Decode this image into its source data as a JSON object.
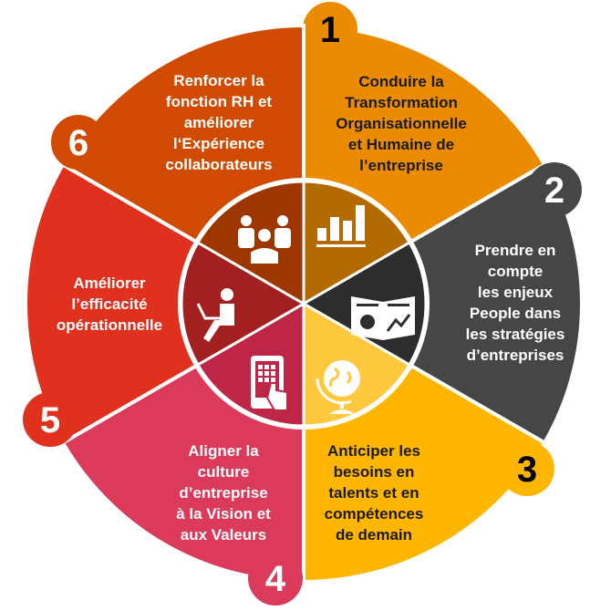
{
  "segments": [
    {
      "number": "1",
      "color": "#EB8C00",
      "inner": "#B36B00",
      "text_color": "#1a1a1a",
      "icon": "bar-chart-icon",
      "lines": [
        "Conduire la",
        "Transformation",
        "Organisationnelle",
        "et Humaine de",
        "l’entreprise"
      ]
    },
    {
      "number": "2",
      "color": "#464646",
      "inner": "#2D2D2D",
      "text_color": "#ffffff",
      "icon": "report-icon",
      "lines": [
        "Prendre en",
        "compte",
        "les enjeux",
        "People dans",
        "les stratégies",
        "d’entreprises"
      ]
    },
    {
      "number": "3",
      "color": "#FFB600",
      "inner": "#FFC83D",
      "text_color": "#1a1a1a",
      "icon": "globe-icon",
      "lines": [
        "Anticiper les",
        "besoins en",
        "talents et en",
        "compétences",
        "de demain"
      ]
    },
    {
      "number": "4",
      "color": "#DB3A5A",
      "inner": "#BE2546",
      "text_color": "#ffffff",
      "icon": "tablet-touch-icon",
      "lines": [
        "Aligner la",
        "culture",
        "d’entreprise",
        "à la Vision et",
        "aux Valeurs"
      ]
    },
    {
      "number": "5",
      "color": "#E0301E",
      "inner": "#A32020",
      "text_color": "#ffffff",
      "icon": "person-laptop-icon",
      "lines": [
        "Améliorer",
        "l’efficacité",
        "opérationnelle"
      ]
    },
    {
      "number": "6",
      "color": "#D04A02",
      "inner": "#9E3600",
      "text_color": "#ffffff",
      "icon": "team-icon",
      "lines": [
        "Renforcer la",
        "fonction RH et",
        "améliorer",
        "l‘Expérience",
        "collaborateurs"
      ]
    }
  ]
}
